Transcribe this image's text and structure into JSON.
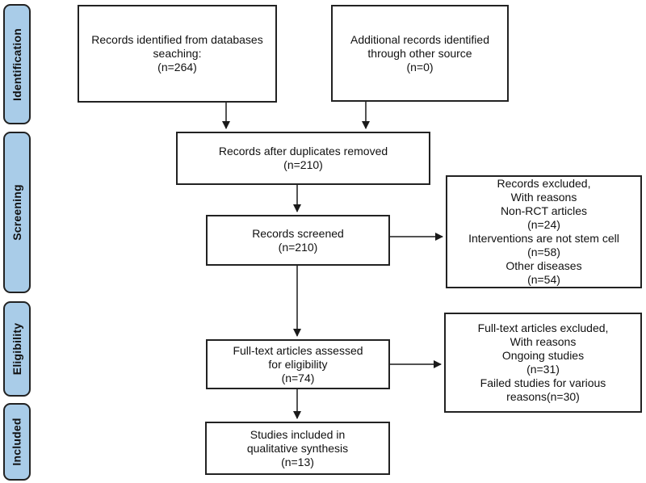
{
  "flowchart": {
    "colors": {
      "background": "#ffffff",
      "box_border": "#222222",
      "stage_fill": "#a9cce8",
      "arrow": "#1a1a1a",
      "text": "#111111"
    },
    "stages": [
      {
        "label": "Identification"
      },
      {
        "label": "Screening"
      },
      {
        "label": "Eligibility"
      },
      {
        "label": "Included"
      }
    ],
    "boxes": {
      "db_records": {
        "lines": [
          "Records identified from databases",
          "seaching:",
          "(n=264)"
        ]
      },
      "other_records": {
        "lines": [
          "Additional records identified",
          "through other source",
          "(n=0)"
        ]
      },
      "duplicates_removed": {
        "lines": [
          "Records after duplicates removed",
          "(n=210)"
        ]
      },
      "screened": {
        "lines": [
          "Records screened",
          "(n=210)"
        ]
      },
      "records_excluded": {
        "lines": [
          "Records excluded,",
          "With reasons",
          "Non-RCT articles",
          "(n=24)",
          "Interventions are not stem cell",
          "(n=58)",
          "Other diseases",
          "(n=54)"
        ]
      },
      "fulltext_assessed": {
        "lines": [
          "Full-text articles assessed",
          "for eligibility",
          "(n=74)"
        ]
      },
      "fulltext_excluded": {
        "lines": [
          "Full-text articles excluded,",
          "With reasons",
          "Ongoing studies",
          "(n=31)",
          "Failed studies for various",
          "reasons(n=30)"
        ]
      },
      "included": {
        "lines": [
          "Studies included in",
          "qualitative synthesis",
          "(n=13)"
        ]
      }
    }
  }
}
